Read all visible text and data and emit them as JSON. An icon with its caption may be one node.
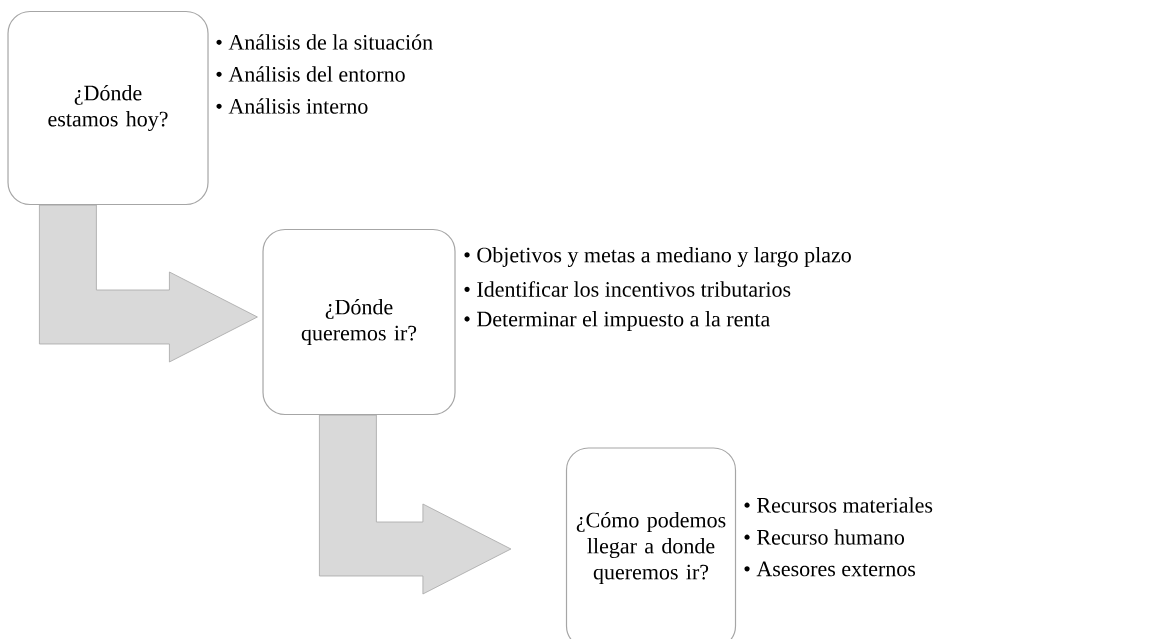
{
  "diagram": {
    "nodes": [
      {
        "text": [
          "¿Dónde estamos hoy?"
        ],
        "beside": [
          "• Análisis de la situación",
          "• Análisis del entorno",
          "• Análisis interno"
        ]
      },
      {
        "text": [
          "¿Dónde queremos ir?"
        ],
        "beside": [
          "• Objetivos y metas a mediano y largo plazo",
          "• Identificar los incentivos tributarios",
          "• Determinar el impuesto a la renta"
        ]
      },
      {
        "text": [
          "¿Cómo podemos llegar a donde queremos ir?"
        ],
        "beside": [
          "• Recursos materiales",
          "• Recurso humano",
          "• Asesores externos"
        ]
      }
    ],
    "edges": [
      {
        "from": 0,
        "to": 1,
        "arrow": "to"
      },
      {
        "from": 1,
        "to": 2,
        "arrow": "to"
      }
    ]
  }
}
